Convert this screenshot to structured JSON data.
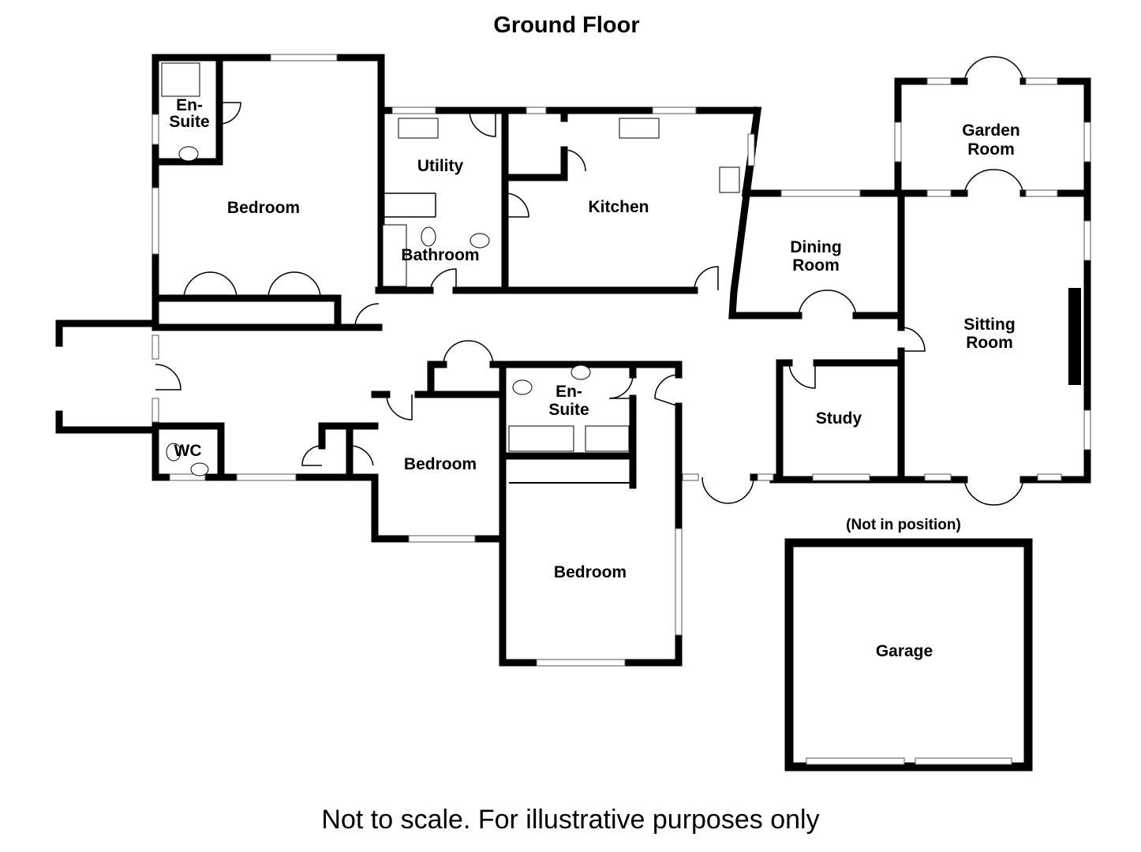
{
  "title": "Ground Floor",
  "footer": "Not to scale. For illustrative purposes only",
  "garage_note": "(Not in position)",
  "rooms": {
    "ensuite1": [
      "En-",
      "Suite"
    ],
    "bedroom1": "Bedroom",
    "utility": "Utility",
    "bathroom": "Bathroom",
    "kitchen": "Kitchen",
    "garden_room": [
      "Garden",
      "Room"
    ],
    "dining_room": [
      "Dining",
      "Room"
    ],
    "sitting_room": [
      "Sitting",
      "Room"
    ],
    "study": "Study",
    "wc": "WC",
    "bedroom2": "Bedroom",
    "ensuite2": [
      "En-",
      "Suite"
    ],
    "bedroom3": "Bedroom",
    "garage": "Garage"
  }
}
